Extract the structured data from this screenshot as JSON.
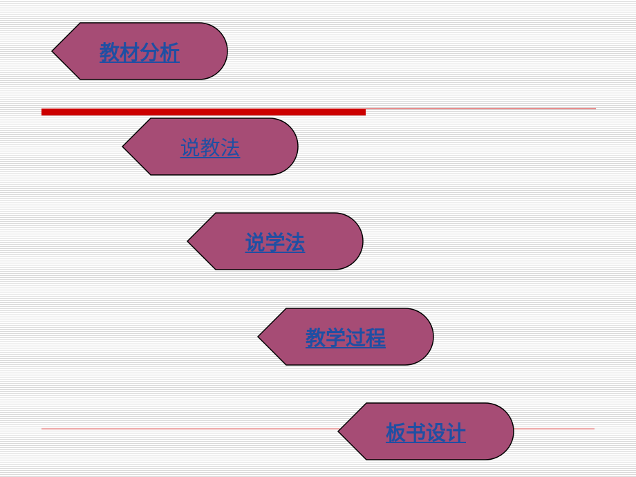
{
  "slide": {
    "accent_color": "#cc0000",
    "shape_fill": "#a64c75",
    "link_color": "#1f4fa3"
  },
  "menu": {
    "items": [
      {
        "label": "教材分析"
      },
      {
        "label": "说教法"
      },
      {
        "label": "说学法"
      },
      {
        "label": "教学过程"
      },
      {
        "label": "板书设计"
      }
    ]
  }
}
